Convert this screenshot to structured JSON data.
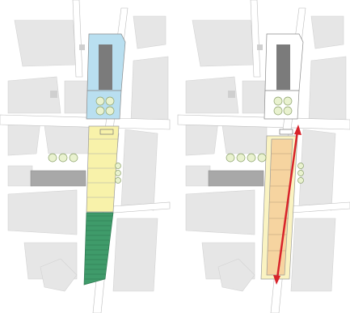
{
  "diagram": {
    "panels": [
      {
        "id": "left",
        "zones": [
          "blue-zone",
          "yellow-zone",
          "green-zone"
        ]
      },
      {
        "id": "right",
        "zones": [
          "outline-zone",
          "orange-zone",
          "red-arrow"
        ]
      }
    ],
    "colors": {
      "background": "#ffffff",
      "building": "#e6e6e6",
      "street": "#ffffff",
      "street_edge": "#bdbdbd",
      "dark_building": "#7b7b7b",
      "blue": "#b9dff0",
      "yellow": "#f8f2aa",
      "green": "#3f9b6a",
      "orange": "#f6d4a0",
      "pale_yellow": "#faf3c2",
      "red": "#d8232a",
      "tree": "#e9f2cf",
      "zone_edge": "#8a8a8a"
    }
  }
}
